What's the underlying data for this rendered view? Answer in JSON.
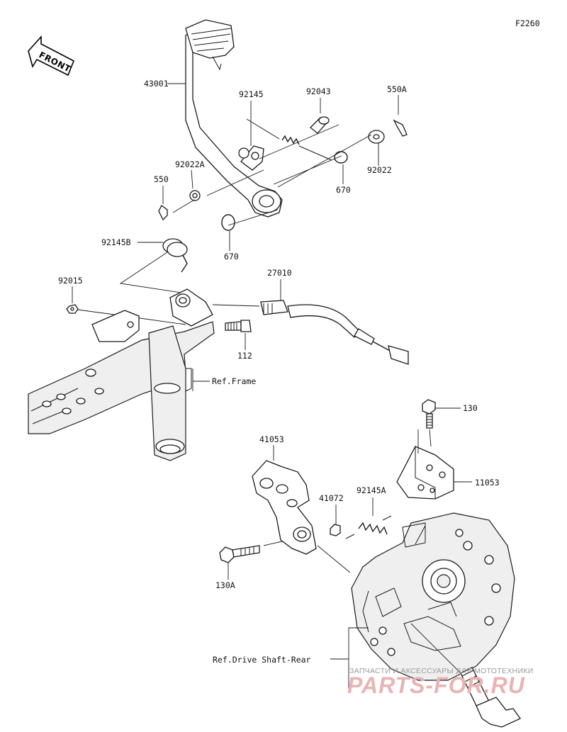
{
  "diagram": {
    "code": "F2260",
    "front_label": "FRONT",
    "parts": [
      {
        "id": "p43001",
        "label": "43001"
      },
      {
        "id": "p92145",
        "label": "92145"
      },
      {
        "id": "p92043",
        "label": "92043"
      },
      {
        "id": "p550A",
        "label": "550A"
      },
      {
        "id": "p92022A",
        "label": "92022A"
      },
      {
        "id": "p92022",
        "label": "92022"
      },
      {
        "id": "p550",
        "label": "550"
      },
      {
        "id": "p670a",
        "label": "670"
      },
      {
        "id": "p670b",
        "label": "670"
      },
      {
        "id": "p92145B",
        "label": "92145B"
      },
      {
        "id": "p27010",
        "label": "27010"
      },
      {
        "id": "p92015",
        "label": "92015"
      },
      {
        "id": "p112",
        "label": "112"
      },
      {
        "id": "p130",
        "label": "130"
      },
      {
        "id": "p41053",
        "label": "41053"
      },
      {
        "id": "p11053",
        "label": "11053"
      },
      {
        "id": "p41072",
        "label": "41072"
      },
      {
        "id": "p92145A",
        "label": "92145A"
      },
      {
        "id": "p130A",
        "label": "130A"
      }
    ],
    "refs": [
      {
        "id": "ref_frame",
        "label": "Ref.Frame"
      },
      {
        "id": "ref_drive",
        "label": "Ref.Drive Shaft-Rear"
      }
    ]
  },
  "watermark": {
    "subtitle": "ЗАПЧАСТИ И АКСЕССУАРЫ ДЛЯ МОТОТЕХНИКИ",
    "brand": "PARTS-FOR.RU"
  }
}
